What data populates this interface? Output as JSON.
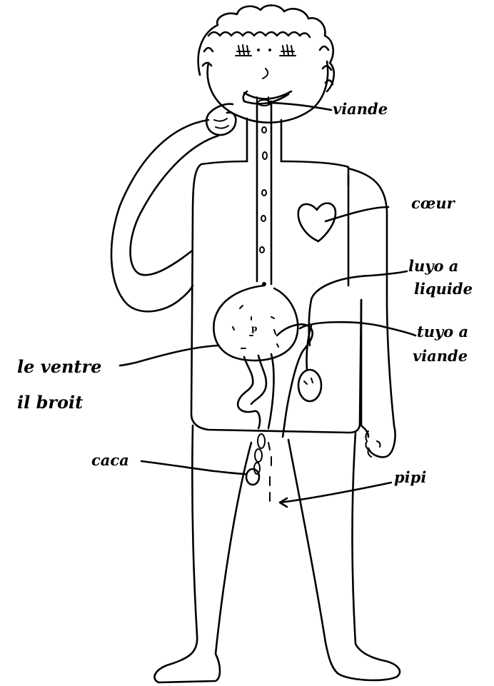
{
  "labels": {
    "viande": "viande",
    "coeur": "cœur",
    "tuyau_liquide_1": "luyo a",
    "tuyau_liquide_2": "liquide",
    "tuyau_viande_1": "tuyo a",
    "tuyau_viande_2": "viande",
    "ventre_1": "le ventre",
    "ventre_2": "il broit",
    "caca": "caca",
    "pipi": "pipi"
  }
}
